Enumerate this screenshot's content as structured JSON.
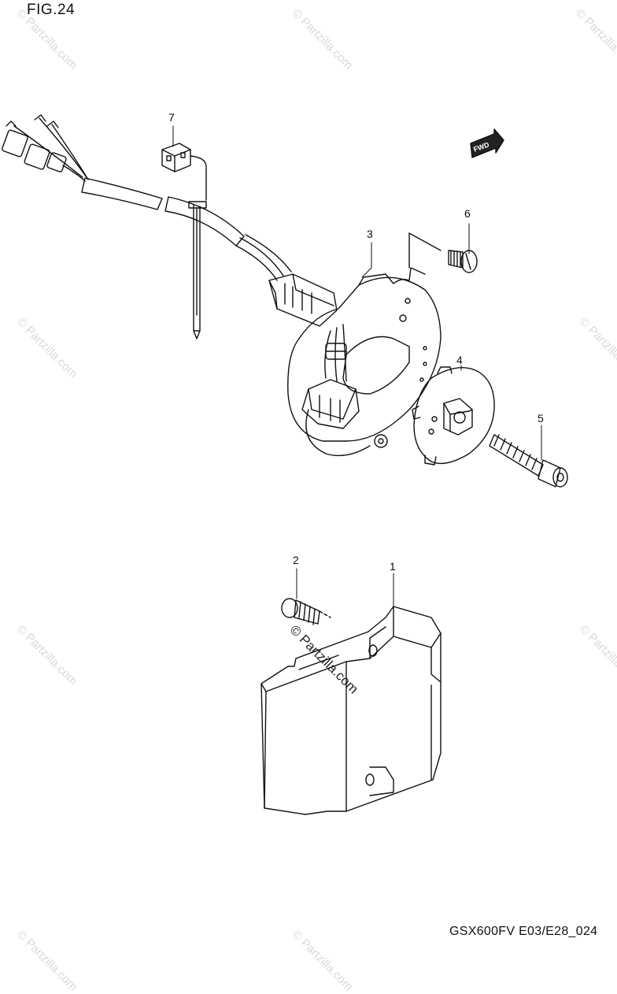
{
  "figure_label": "FIG.24",
  "drawing_code": "GSX600FV E03/E28_024",
  "watermark_text": "© Partzilla.com",
  "direction_marker": "FWD",
  "callouts": [
    {
      "number": "1",
      "part": "igniter-unit"
    },
    {
      "number": "2",
      "part": "screw"
    },
    {
      "number": "3",
      "part": "signal-generator-pickup-plate"
    },
    {
      "number": "4",
      "part": "signal-rotor"
    },
    {
      "number": "5",
      "part": "bolt"
    },
    {
      "number": "6",
      "part": "screw"
    },
    {
      "number": "7",
      "part": "wiring-clamp"
    }
  ],
  "colors": {
    "line": "#111111",
    "watermark": "#d9d9d9"
  }
}
